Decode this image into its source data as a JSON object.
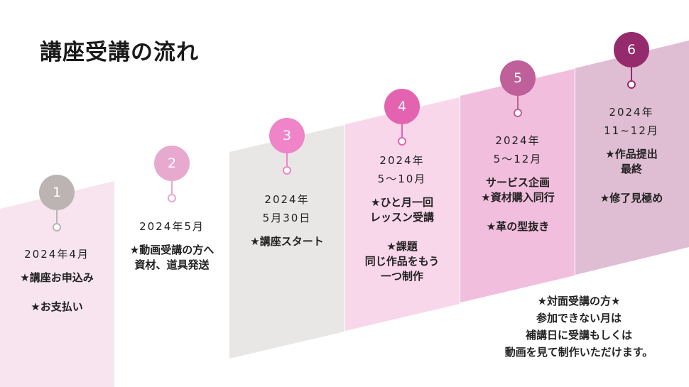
{
  "title": "講座受講の流れ",
  "colors": {
    "step1": "#bcb3b3",
    "step2": "#e8a9cf",
    "step3": "#ef85c8",
    "step4": "#e363b0",
    "step5": "#c0609a",
    "step6": "#952a6d"
  },
  "steps": [
    {
      "num": "1",
      "date": [
        "2024年4月"
      ],
      "items": [
        "★講座お申込み",
        "★お支払い"
      ]
    },
    {
      "num": "2",
      "date": [
        "2024年5月"
      ],
      "items": [
        "★動画受講の方へ\n資材、道具発送"
      ]
    },
    {
      "num": "3",
      "date": [
        "2024年",
        "5月30日"
      ],
      "items": [
        "★講座スタート"
      ]
    },
    {
      "num": "4",
      "date": [
        "2024年",
        "5〜10月"
      ],
      "items": [
        "★ひと月一回\nレッスン受講",
        "★課題\n同じ作品をもう\n一つ制作"
      ]
    },
    {
      "num": "5",
      "date": [
        "2024年",
        "5〜12月"
      ],
      "items": [
        "サービス企画\n★資材購入同行",
        "★革の型抜き"
      ]
    },
    {
      "num": "6",
      "date": [
        "2024年",
        "11~12月"
      ],
      "items": [
        "★作品提出\n最終",
        "★修了見極め"
      ]
    }
  ],
  "note": [
    "★対面受講の方★",
    "参加できない月は",
    "補講日に受講もしくは",
    "動画を見て制作いただけます。"
  ]
}
